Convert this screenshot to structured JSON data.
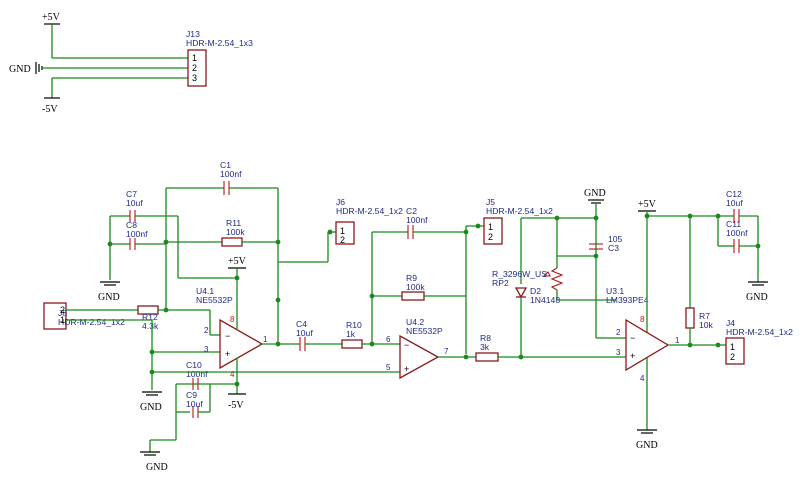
{
  "power": {
    "p5_top": "+5V",
    "gnd_left": "GND",
    "n5_top": "-5V",
    "p5_u41": "+5V",
    "gnd_j8": "GND",
    "n5_u41": "-5V",
    "gnd_c9": "GND",
    "gnd_c7": "GND",
    "gnd_rp2": "GND",
    "p5_u31": "+5V",
    "gnd_c12": "GND",
    "gnd_u31": "GND"
  },
  "j13": {
    "ref": "J13",
    "value": "HDR-M-2.54_1x3",
    "pins": [
      "1",
      "2",
      "3"
    ]
  },
  "j8": {
    "ref": "J8",
    "value": "HDR-M-2.54_1x2",
    "pins": [
      "2",
      "1"
    ]
  },
  "j6": {
    "ref": "J6",
    "value": "HDR-M-2.54_1x2",
    "pins": [
      "1",
      "2"
    ]
  },
  "j5": {
    "ref": "J5",
    "value": "HDR-M-2.54_1x2",
    "pins": [
      "1",
      "2"
    ]
  },
  "j4": {
    "ref": "J4",
    "value": "HDR-M-2.54_1x2",
    "pins": [
      "1",
      "2"
    ]
  },
  "r12": {
    "ref": "R12",
    "value": "4.3k"
  },
  "r11": {
    "ref": "R11",
    "value": "100k"
  },
  "r10": {
    "ref": "R10",
    "value": "1k"
  },
  "r9": {
    "ref": "R9",
    "value": "100k"
  },
  "r8": {
    "ref": "R8",
    "value": "3k"
  },
  "r7": {
    "ref": "R7",
    "value": "10k"
  },
  "c1": {
    "ref": "C1",
    "value": "100nf"
  },
  "c7": {
    "ref": "C7",
    "value": "10uf"
  },
  "c8": {
    "ref": "C8",
    "value": "100nf"
  },
  "c4": {
    "ref": "C4",
    "value": "10uf"
  },
  "c10": {
    "ref": "C10",
    "value": "100nf"
  },
  "c9": {
    "ref": "C9",
    "value": "10uf"
  },
  "c2": {
    "ref": "C2",
    "value": "100nf"
  },
  "c3": {
    "ref": "C3",
    "value": "105"
  },
  "c12": {
    "ref": "C12",
    "value": "10uf"
  },
  "c11": {
    "ref": "C11",
    "value": "100nf"
  },
  "rp2": {
    "ref": "RP2",
    "value": "R_3296W_US"
  },
  "d2": {
    "ref": "D2",
    "value": "1N4148"
  },
  "u41": {
    "ref": "U4.1",
    "value": "NE5532P",
    "pin_inv": "2",
    "pin_noninv": "3",
    "pin_out": "1",
    "pin_vcc": "8",
    "pin_vee": "4",
    "minus": "−",
    "plus": "+"
  },
  "u42": {
    "ref": "U4.2",
    "value": "NE5532P",
    "pin_inv": "6",
    "pin_noninv": "5",
    "pin_out": "7",
    "minus": "−",
    "plus": "+"
  },
  "u31": {
    "ref": "U3.1",
    "value": "LM393PE4",
    "pin_inv": "2",
    "pin_noninv": "3",
    "pin_out": "1",
    "pin_vcc": "8",
    "pin_vee": "4",
    "minus": "−",
    "plus": "+"
  }
}
